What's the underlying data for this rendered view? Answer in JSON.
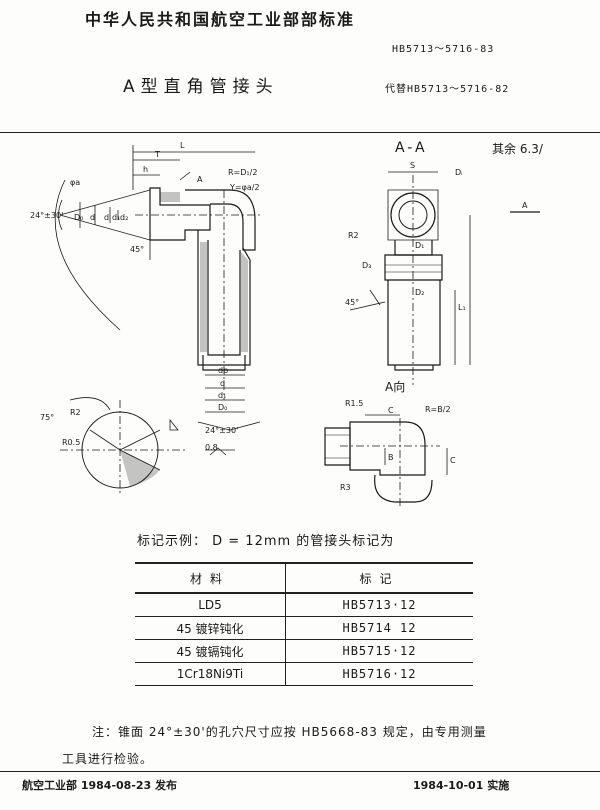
{
  "header": {
    "standard_title": "中华人民共和国航空工业部部标准",
    "code_primary": "HB5713～5716-83",
    "part_title": "A型直角管接头",
    "code_replaces": "代替HB5713～5716-82"
  },
  "drawing": {
    "section_label": "A-A",
    "roughness_note": "其余 6.3/",
    "view_label": "A向",
    "labels": {
      "L": "L",
      "T": "T",
      "h": "h",
      "A": "A",
      "phi_a": "φa",
      "angle_24": "24°±30'",
      "D0": "D₀",
      "d_1": "d",
      "d_2": "d",
      "d1_": "d₁",
      "d2_": "d₂",
      "angle_45": "45°",
      "R_formula": "R=D₁/2",
      "Y": "Y=φa/2",
      "dp": "dp",
      "d": "d",
      "d1": "d₁",
      "Ds": "D₀",
      "angle_24b": "24°±30'",
      "R2": "R2",
      "R0_5": "R0.5",
      "angle_75": "75°",
      "roughness_08": "0.8",
      "S": "S",
      "Di": "Dᵢ",
      "R2s": "R2",
      "D1": "D₁",
      "D3": "D₃",
      "D2": "D₂",
      "angle_45s": "45°",
      "L1": "L₁",
      "A_ref": "A",
      "R1_5": "R1.5",
      "C": "C",
      "R_B2": "R=B/2",
      "B": "B",
      "C2": "C",
      "R3": "R3"
    }
  },
  "marking_example": "标记示例：  D = 12mm  的管接头标记为",
  "table": {
    "headers": [
      "材料",
      "标记"
    ],
    "rows": [
      [
        "LD5",
        "HB5713·12"
      ],
      [
        "45 镀锌钝化",
        "HB5714 12"
      ],
      [
        "45 镀镉钝化",
        "HB5715·12"
      ],
      [
        "1Cr18Ni9Ti",
        "HB5716·12"
      ]
    ]
  },
  "note_line1": "注：锥面 24°±30'的孔穴尺寸应按 HB5668-83 规定，由专用测量",
  "note_line2": "工具进行检验。",
  "footer": {
    "issued": "航空工业部 1984-08-23 发布",
    "effective": "1984-10-01 实施"
  }
}
